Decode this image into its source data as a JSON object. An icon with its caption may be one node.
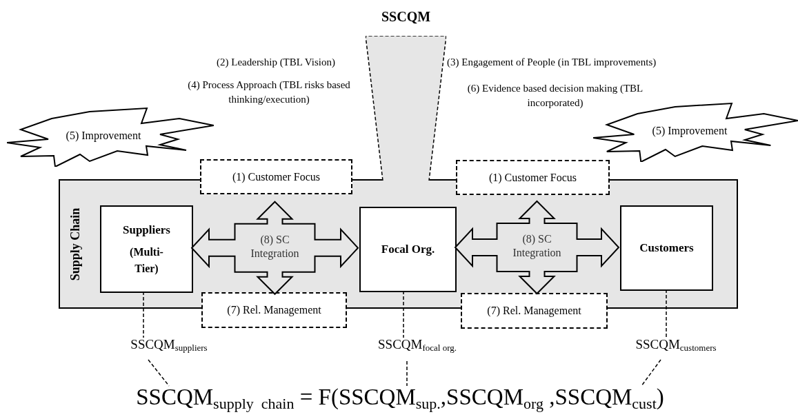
{
  "diagram": {
    "nodes": [
      {
        "text": [
          "SSCQM"
        ]
      },
      {
        "text": [
          "(5) Improvement"
        ]
      },
      {
        "text": [
          "(5) Improvement"
        ]
      },
      {
        "text": [
          "(1) Customer Focus"
        ]
      },
      {
        "text": [
          "(1) Customer Focus"
        ]
      },
      {
        "text": [
          "Supply Chain"
        ]
      },
      {
        "text": [
          "Suppliers",
          "(Multi-Tier)"
        ],
        "in": 5
      },
      {
        "text": [
          "Focal Org."
        ],
        "in": 5
      },
      {
        "text": [
          "Customers"
        ],
        "in": 5
      },
      {
        "text": [
          "(7) Rel. Management"
        ]
      },
      {
        "text": [
          "(7) Rel. Management"
        ]
      },
      {
        "text": [
          "SSCQM$_{suppliers}$"
        ]
      },
      {
        "text": [
          "SSCQM$_{focal org.}$"
        ]
      },
      {
        "text": [
          "SSCQM$_{customers}$"
        ]
      },
      {
        "text": [
          "SSCQM$_{supply  chain}$ = F(SSCQM$_{sup.}$,SSCQM$_{org}$ ,SSCQM$_{cust}$)"
        ]
      }
    ],
    "edges": [
      {
        "from": 6,
        "to": 7,
        "arrow": "both",
        "label": "(8) SC Integration"
      },
      {
        "from": 7,
        "to": 8,
        "arrow": "both",
        "label": "(8) SC Integration"
      },
      {
        "from": 6,
        "to": 11,
        "arrow": "none",
        "style": "dashed"
      },
      {
        "from": 11,
        "to": 14,
        "arrow": "none",
        "style": "dashed"
      },
      {
        "from": 7,
        "to": 12,
        "arrow": "none",
        "style": "dashed"
      },
      {
        "from": 12,
        "to": 14,
        "arrow": "none",
        "style": "dashed"
      },
      {
        "from": 8,
        "to": 13,
        "arrow": "none",
        "style": "dashed"
      },
      {
        "from": 13,
        "to": 14,
        "arrow": "none",
        "style": "dashed"
      }
    ],
    "labels": [
      "(2) Leadership (TBL Vision)",
      "(4) Process Approach (TBL risks based thinking/execution)",
      "(3) Engagement of People (in TBL improvements)",
      "(6) Evidence based decision making (TBL incorporated)"
    ]
  }
}
